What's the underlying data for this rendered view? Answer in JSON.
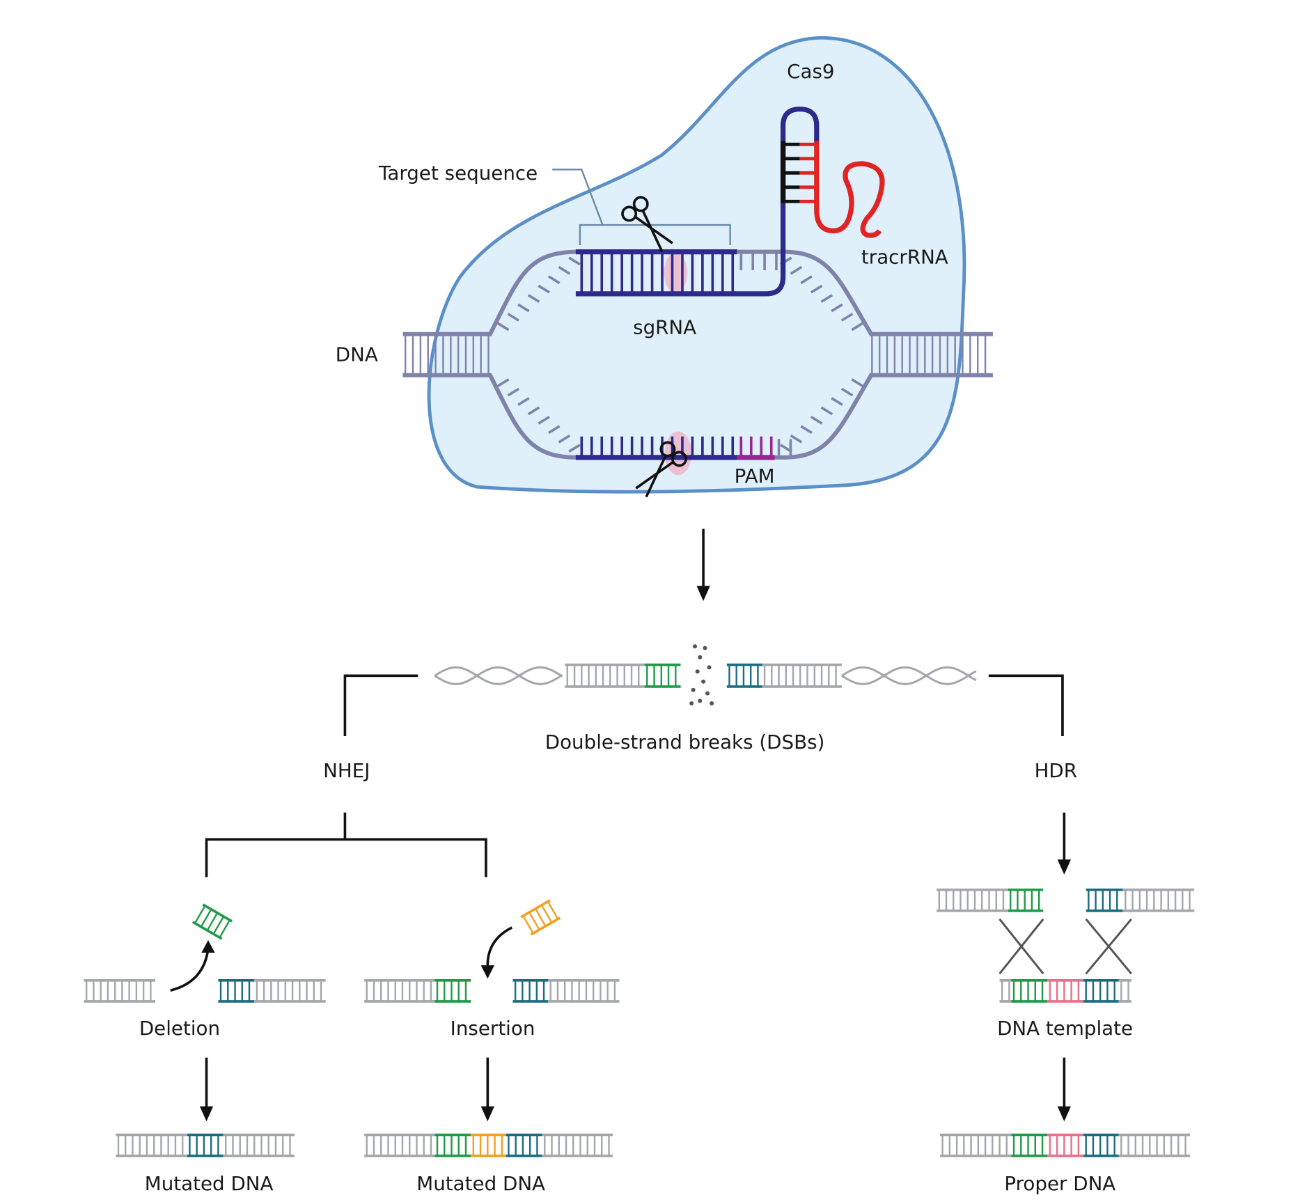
{
  "labels": {
    "cas9": "Cas9",
    "target_sequence": "Target sequence",
    "tracrrna": "tracrRNA",
    "sgrna": "sgRNA",
    "dna": "DNA",
    "pam": "PAM",
    "dsb": "Double-strand breaks (DSBs)",
    "nhej": "NHEJ",
    "hdr": "HDR",
    "deletion": "Deletion",
    "insertion": "Insertion",
    "dna_template": "DNA template",
    "mutated_dna_1": "Mutated DNA",
    "mutated_dna_2": "Mutated DNA",
    "proper_dna": "Proper DNA"
  },
  "colors": {
    "cas9_fill": "#dff0fa",
    "cas9_stroke": "#5b8fc7",
    "dna": "#8082aa",
    "sgrna": "#2e2a8c",
    "tracrrna": "#e02424",
    "pam": "#9a2590",
    "gray_dna": "#a3a6aa",
    "green": "#1f9a48",
    "teal": "#1a6d80",
    "orange": "#f0a020",
    "pink": "#e8708a"
  }
}
